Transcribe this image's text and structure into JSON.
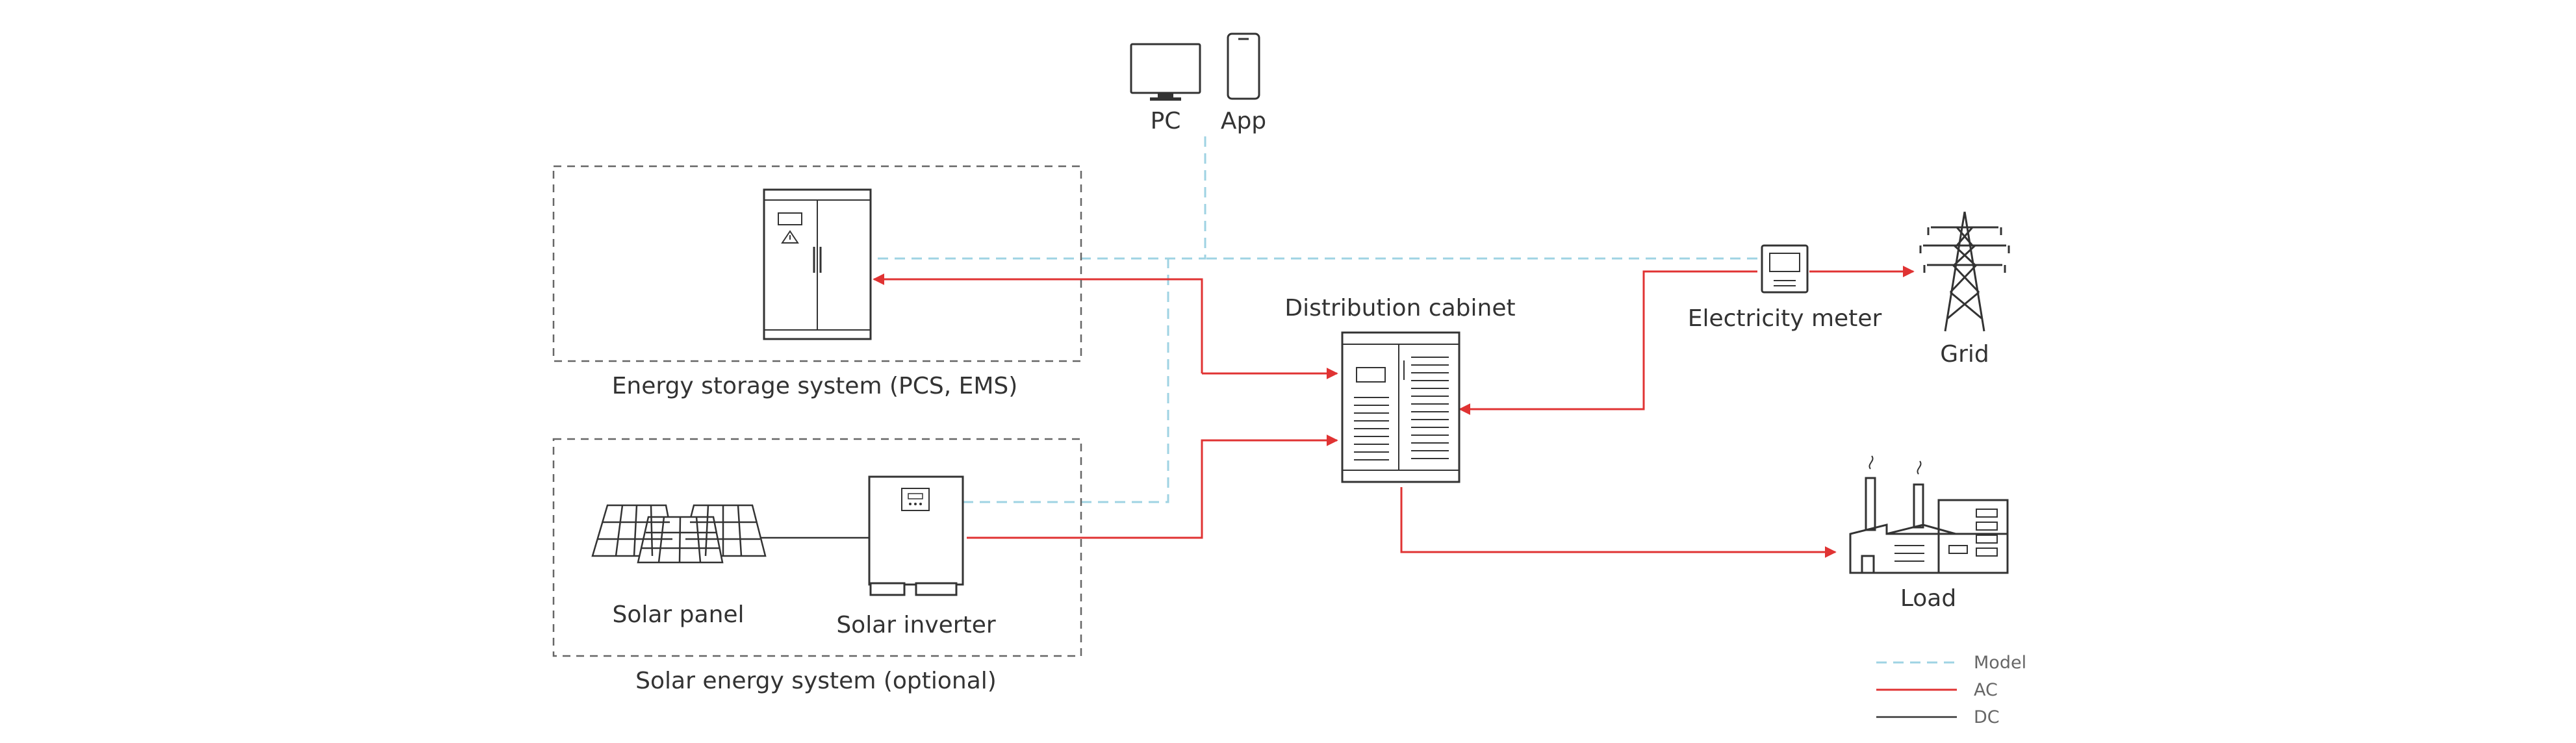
{
  "labels": {
    "pc": "PC",
    "app": "App",
    "energy_storage": "Energy storage system (PCS, EMS)",
    "distribution_cabinet": "Distribution cabinet",
    "electricity_meter": "Electricity meter",
    "grid": "Grid",
    "load": "Load",
    "solar_panel": "Solar panel",
    "solar_inverter": "Solar inverter",
    "solar_system": "Solar energy system (optional)"
  },
  "legend": [
    {
      "label": "Model",
      "color": "#9fd3e3",
      "style": "dashed"
    },
    {
      "label": "AC",
      "color": "#e03333",
      "style": "solid"
    },
    {
      "label": "DC",
      "color": "#333333",
      "style": "solid"
    }
  ],
  "icons": {
    "pc": "monitor-icon",
    "app": "smartphone-icon",
    "ess": "storage-cabinet-icon",
    "cabinet": "distribution-cabinet-icon",
    "meter": "electricity-meter-icon",
    "grid": "transmission-tower-icon",
    "load": "factory-icon",
    "panel": "solar-panel-icon",
    "inverter": "solar-inverter-icon"
  }
}
